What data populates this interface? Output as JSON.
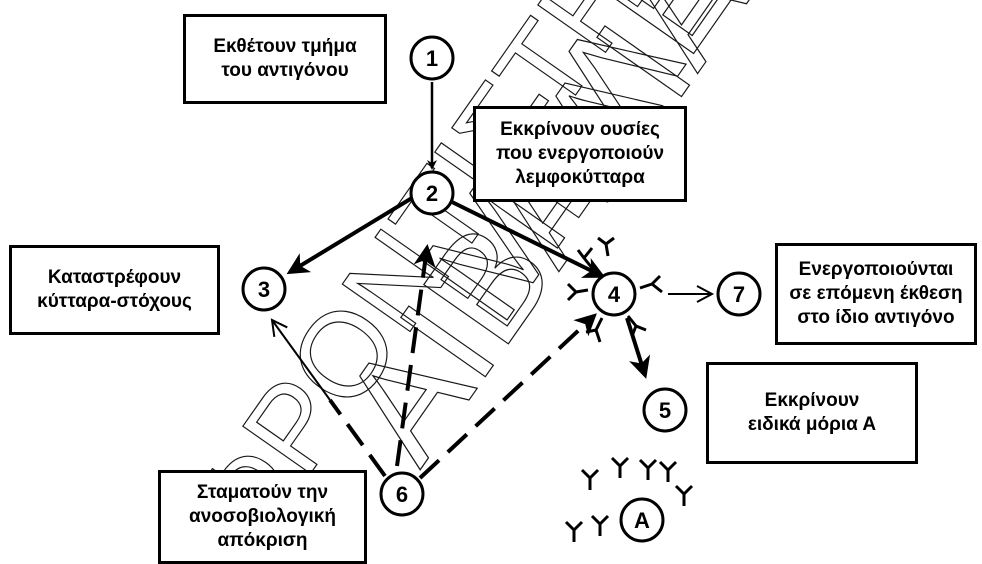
{
  "nodes": {
    "n1": "1",
    "n2": "2",
    "n3": "3",
    "n4": "4",
    "n5": "5",
    "n6": "6",
    "n7": "7",
    "nA": "A"
  },
  "boxes": {
    "expose": "Εκθέτουν τμήμα\nτου αντιγόνου",
    "secrete_activators": "Εκκρίνουν ουσίες\nπου ενεργοποιούν\nλεμφοκύτταρα",
    "destroy": "Καταστρέφουν\nκύτταρα-στόχους",
    "activated_later": "Ενεργοποιούνται\nσε επόμενη έκθεση\nστο ίδιο αντιγόνο",
    "secrete_particles": "Εκκρίνουν\nειδικά μόρια Α",
    "stop_response": "Σταματούν την\nανοσοβιολογική\nαπόκριση"
  },
  "watermark": [
    "ΜΕΛΕΤΗ",
    "ΑΙΒΑΔΙΑ",
    "ΦΡΟΝΤΙΣΤΗΡΙΟ"
  ]
}
